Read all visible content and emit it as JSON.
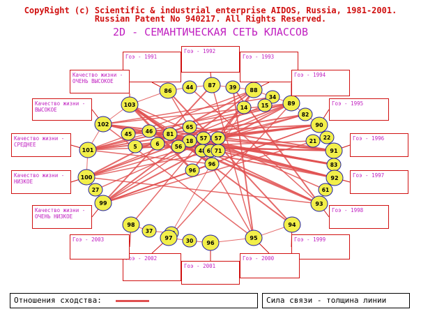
{
  "header": {
    "copyright": "CopyRight (c) Scientific & industrial enterprise AIDOS, Russia, 1981-2001.",
    "patent": "Russian Patent No 940217. All Rights Reserved.",
    "title": "2D - СЕМАНТИЧЕСКАЯ СЕТЬ КЛАССОВ"
  },
  "colors": {
    "node_fill": "#f2ef4a",
    "line": "#e05050",
    "label_text": "#c020c0",
    "title_text": "#d01010"
  },
  "class_labels": [
    "Гоэ - 1991",
    "Гоэ - 1992",
    "Гоэ - 1993",
    "Гоэ - 1994",
    "Гоэ - 1995",
    "Гоэ - 1996",
    "Гоэ - 1997",
    "Гоэ - 1998",
    "Гоэ - 1999",
    "Гоэ - 2000",
    "Гоэ - 2001",
    "Гоэ - 2002",
    "Гоэ - 2003",
    "Качество жизни -\nОЧЕНЬ ВЫСОКОЕ",
    "Качество жизни -\nВЫСОКОЕ",
    "Качество жизни -\nСРЕДНЕЕ",
    "Качество жизни -\nНИЗКОЕ",
    "Качество жизни -\nОЧЕНЬ НИЗКОЕ"
  ],
  "nodes": [
    "86",
    "44",
    "87",
    "39",
    "88",
    "34",
    "89",
    "103",
    "14",
    "15",
    "82",
    "102",
    "65",
    "90",
    "45",
    "46",
    "81",
    "22",
    "21",
    "18",
    "57",
    "57",
    "5",
    "6",
    "56",
    "48",
    "61",
    "71",
    "101",
    "91",
    "96",
    "83",
    "100",
    "96",
    "92",
    "27",
    "61",
    "99",
    "93",
    "98",
    "94",
    "37",
    "88",
    "97",
    "30",
    "96",
    "95"
  ],
  "footer": {
    "similarity_label": "Отношения сходства:",
    "strength_label": "Сила связи - толщина линии"
  }
}
